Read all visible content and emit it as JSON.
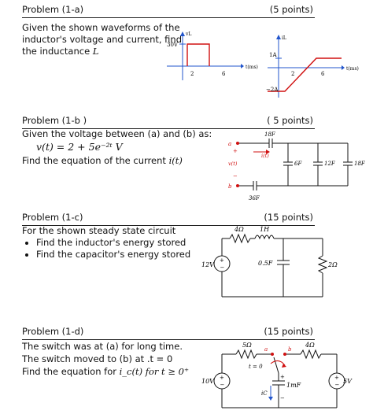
{
  "p1": {
    "title": "Problem (1-a)",
    "points": "(5 points)",
    "line1": "Given the shown waveforms of the",
    "line2": "inductor's voltage and current, find",
    "line3": "the inductance",
    "var": "L",
    "vl_label": "vL",
    "v_level": "30V",
    "v_ticks": [
      "2",
      "6"
    ],
    "v_axis": "t(ms)",
    "il_label": "iL",
    "i_pos": "1A",
    "i_neg": "−2A",
    "i_ticks": [
      "2",
      "6"
    ],
    "i_axis": "t(ms)"
  },
  "p2": {
    "title": "Problem (1-b )",
    "points": "( 5 points)",
    "line1": "Given the voltage between (a) and (b) as:",
    "eq": "v(t) = 2 + 5e⁻²ᵗ V",
    "line3": "Find the equation of the current",
    "var": "i(t)",
    "a": "a",
    "b": "b",
    "plus": "+",
    "minus": "−",
    "vt": "v(t)",
    "it": "i(t)",
    "c18top": "18F",
    "c6": "6F",
    "c12": "12F",
    "c18r": "18F",
    "c36": "36F"
  },
  "p3": {
    "title": "Problem (1-c)",
    "points": "(15 points)",
    "line1": "For the shown steady state circuit",
    "bullets": [
      "Find the inductor's energy stored",
      "Find the capacitor's energy stored"
    ],
    "r4": "4Ω",
    "l1": "1H",
    "v12": "12V",
    "c05": "0.5F",
    "r2": "2Ω"
  },
  "p4": {
    "title": "Problem (1-d)",
    "points": "(15 points)",
    "line1": "The switch was at (a) for long time.",
    "line2": "The switch moved to (b) at .t = 0",
    "line3": "Find the equation for",
    "eq": "i_c(t)  for t ≥ 0⁺",
    "r5": "5Ω",
    "r4": "4Ω",
    "a": "a",
    "b": "b",
    "t0": "t = 0",
    "v10": "10V",
    "v5": "5V",
    "ic": "iC",
    "c1": "1mF",
    "plus": "+",
    "minus": "−"
  }
}
